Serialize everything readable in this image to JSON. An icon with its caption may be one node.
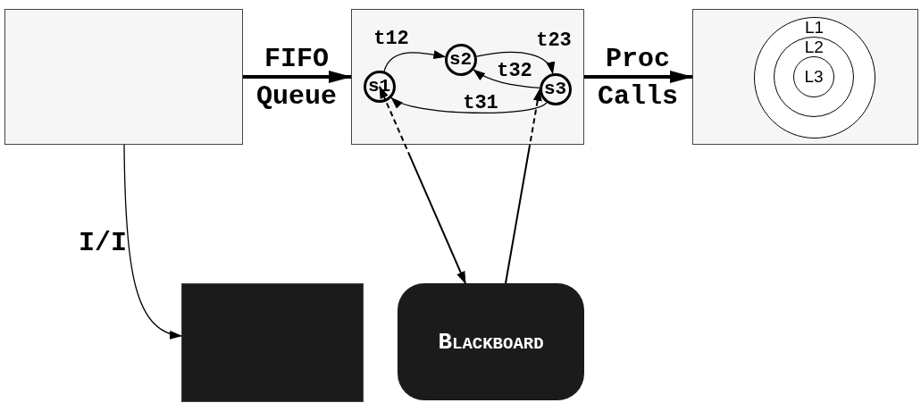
{
  "diagram": {
    "nodes": [
      {
        "text": [],
        "shape": "box"
      },
      {
        "text": [],
        "shape": "box"
      },
      {
        "text": [
          "s1"
        ],
        "in": 1
      },
      {
        "text": [
          "s2"
        ],
        "in": 1
      },
      {
        "text": [
          "s3"
        ],
        "in": 1
      },
      {
        "text": [],
        "shape": "box"
      },
      {
        "text": [
          "L1"
        ],
        "in": 5
      },
      {
        "text": [
          "L2"
        ],
        "in": 6
      },
      {
        "text": [
          "L3"
        ],
        "in": 7
      },
      {
        "text": [],
        "shape": "box"
      },
      {
        "text": [
          "BLACKBOARD"
        ]
      }
    ],
    "edges": [
      {
        "from": 0,
        "to": 1,
        "arrow": "to",
        "label": "FIFO Queue",
        "style": "thick"
      },
      {
        "from": 1,
        "to": 5,
        "arrow": "to",
        "label": "Proc Calls",
        "style": "thick"
      },
      {
        "from": 2,
        "to": 3,
        "arrow": "to",
        "label": "t12"
      },
      {
        "from": 3,
        "to": 4,
        "arrow": "to",
        "label": "t23"
      },
      {
        "from": 4,
        "to": 3,
        "arrow": "to",
        "label": "t32"
      },
      {
        "from": 4,
        "to": 2,
        "arrow": "to",
        "label": "t31"
      },
      {
        "from": 0,
        "to": 9,
        "arrow": "to",
        "label": "I/I"
      },
      {
        "from": 2,
        "to": 10,
        "arrow": "both",
        "style": "dashed"
      },
      {
        "from": 10,
        "to": 4,
        "arrow": "to",
        "style": "dashed"
      }
    ]
  }
}
